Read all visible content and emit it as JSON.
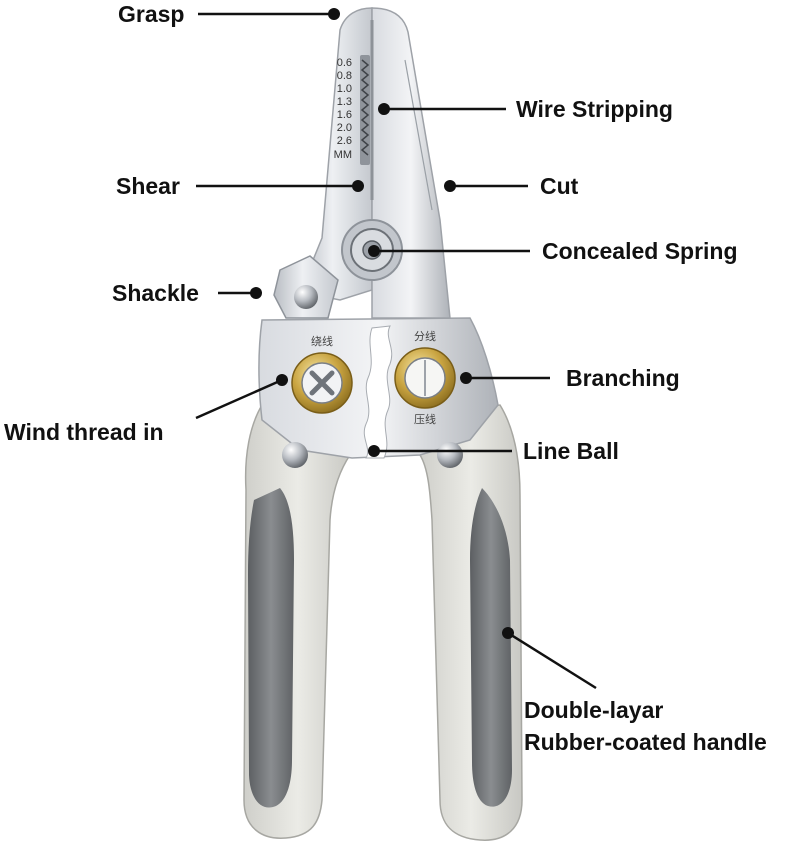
{
  "labels": {
    "grasp": "Grasp",
    "wire_stripping": "Wire Stripping",
    "shear": "Shear",
    "cut": "Cut",
    "concealed_spring": "Concealed Spring",
    "shackle": "Shackle",
    "branching": "Branching",
    "wind_thread_in": "Wind thread in",
    "line_ball": "Line Ball",
    "handle_line1": "Double-layar",
    "handle_line2": "Rubber-coated handle"
  },
  "gauge": {
    "marks": [
      "0.6",
      "0.8",
      "1.0",
      "1.3",
      "1.6",
      "2.0",
      "2.6"
    ],
    "unit": "MM"
  },
  "stamps": {
    "wind": "绕线",
    "branch": "分线",
    "press": "压线"
  },
  "colors": {
    "text": "#111111",
    "leader": "#111111",
    "steel_light": "#e4e6ea",
    "steel_dark": "#a9adb3",
    "brass": "#c9a441",
    "handle_outer": "#d9d9d4",
    "handle_grip": "#6f7275"
  },
  "icons": [
    "screw-icon",
    "rivet-icon",
    "brass-hole-icon"
  ]
}
